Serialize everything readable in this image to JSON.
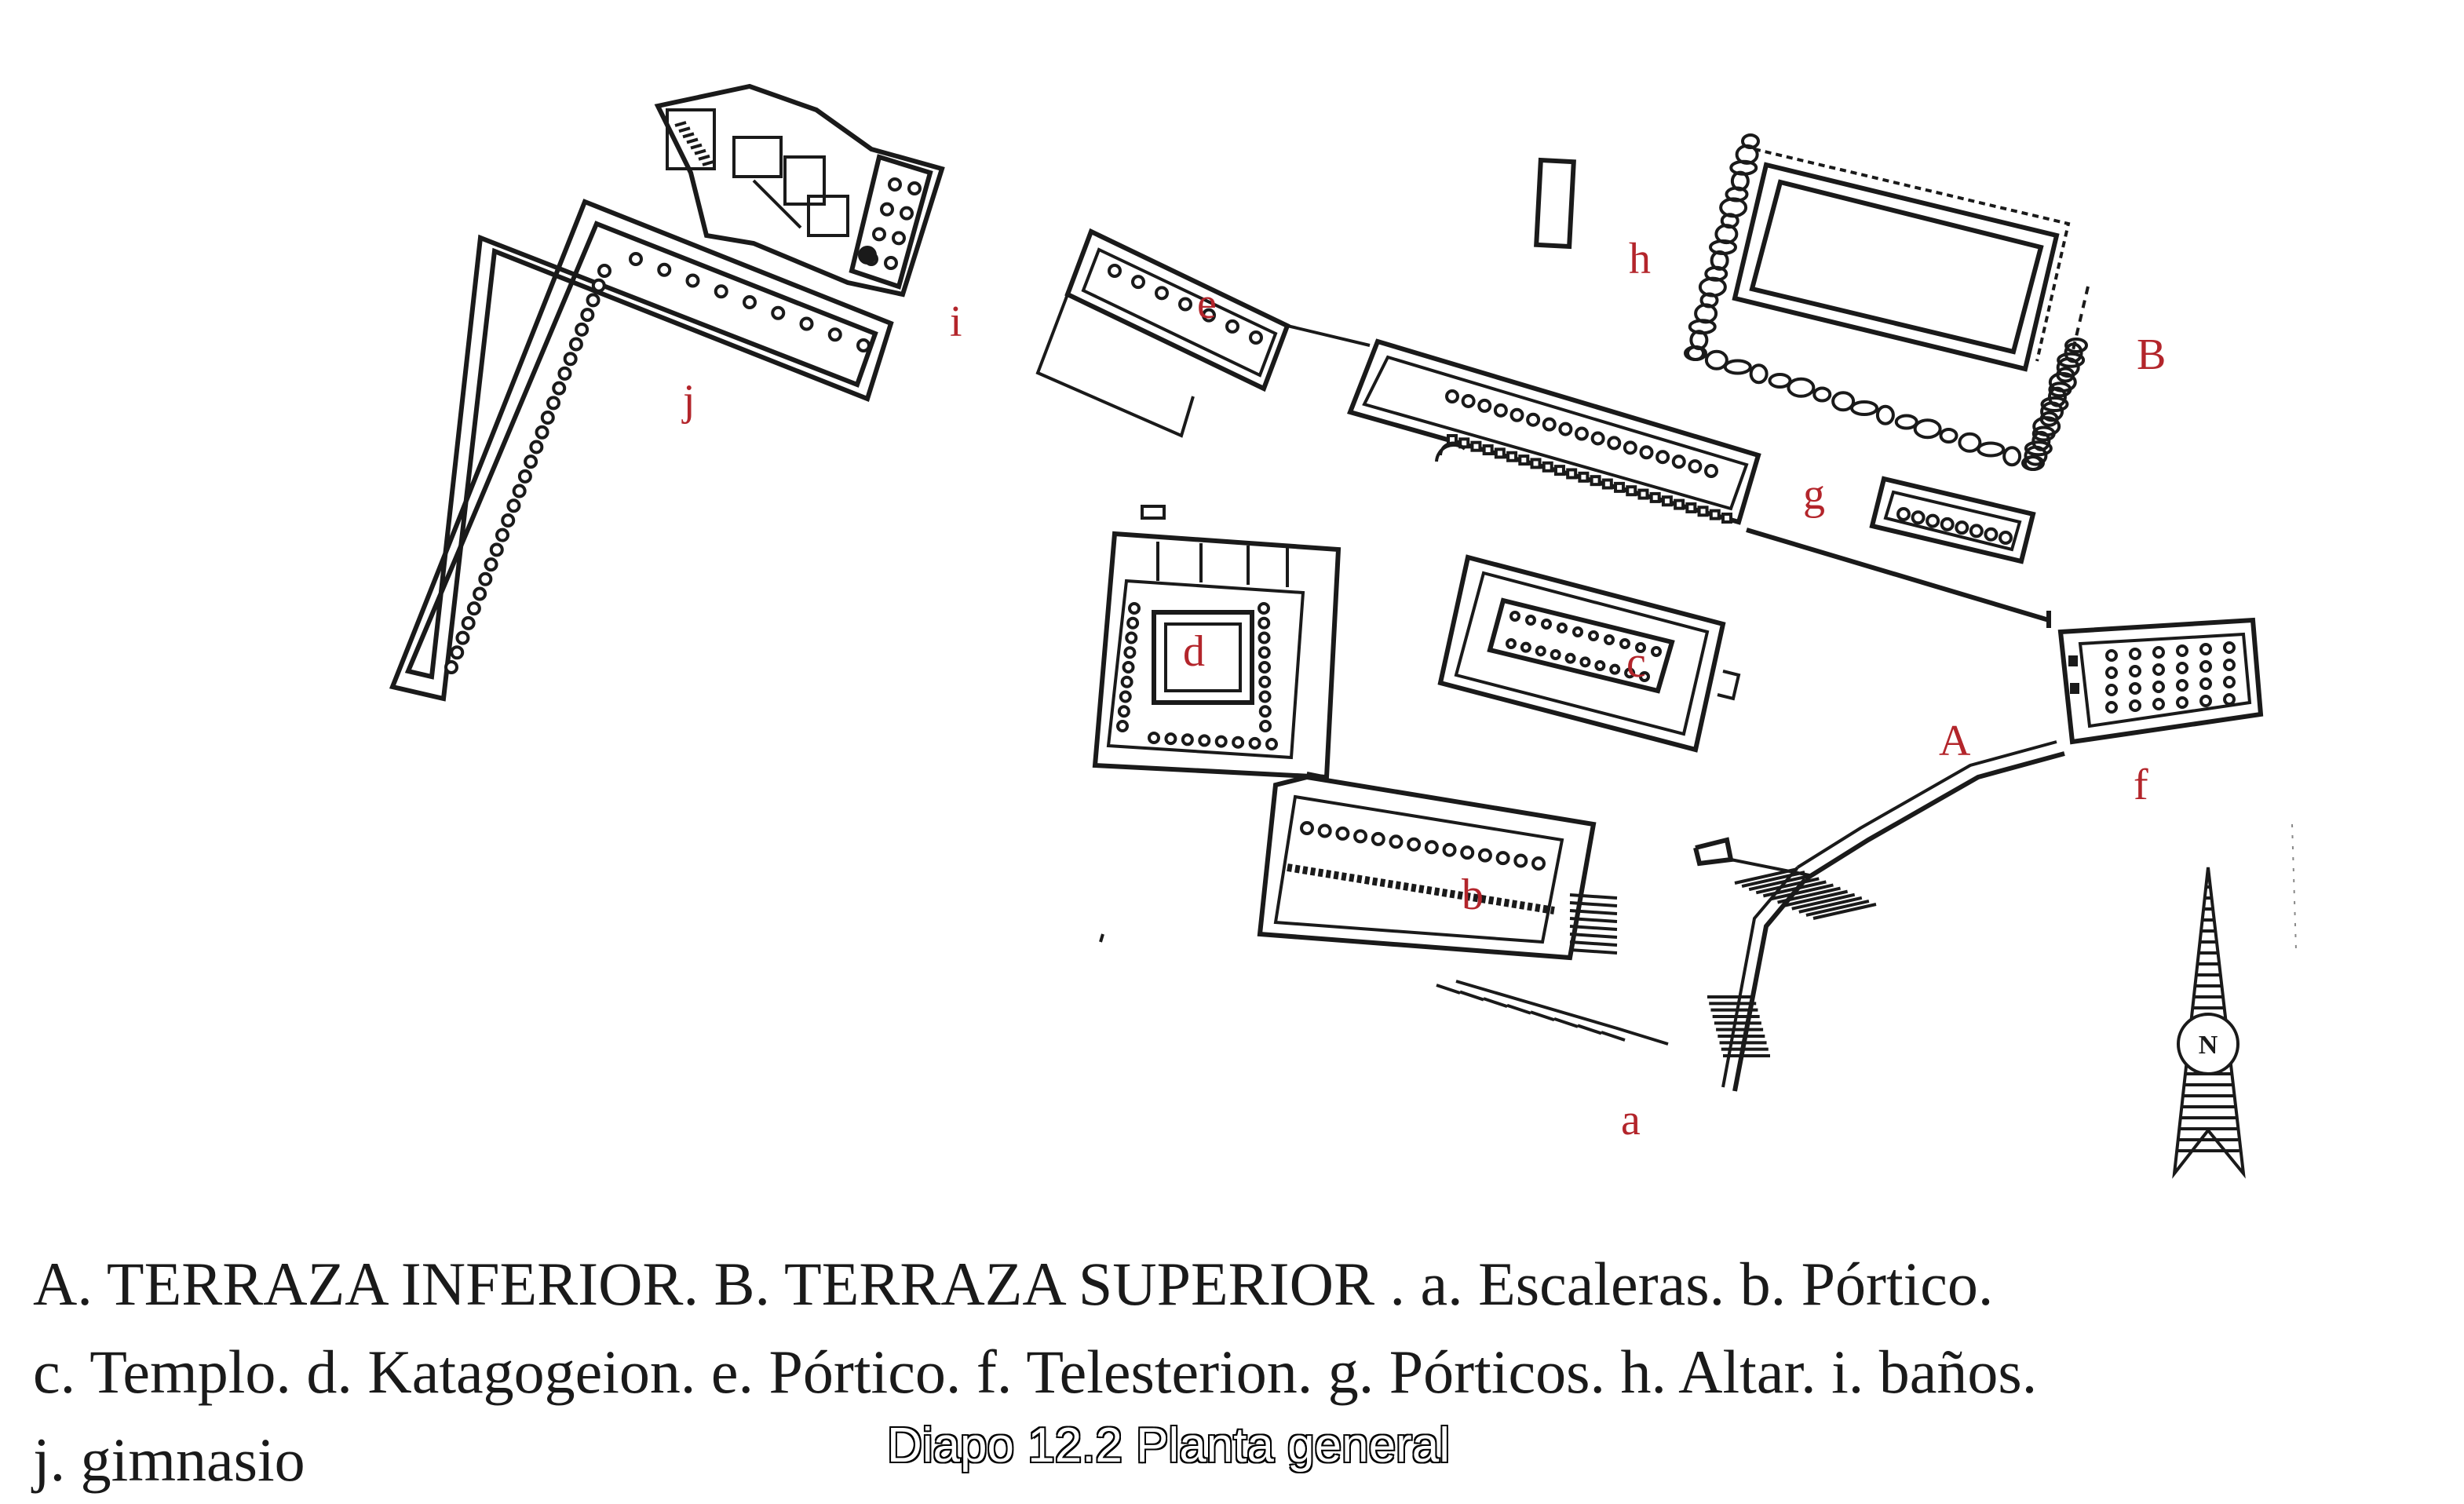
{
  "plan": {
    "labels": {
      "A": "A",
      "B": "B",
      "a": "a",
      "b": "b",
      "c": "c",
      "d": "d",
      "e": "e",
      "f": "f",
      "g": "g",
      "h": "h",
      "i": "i",
      "j": "j"
    },
    "compass": "N",
    "label_color": "#b3252b",
    "line_color": "#1a1a1a"
  },
  "caption": {
    "line1": "A. TERRAZA INFERIOR. B. TERRAZA SUPERIOR . a. Escaleras. b. Pórtico.",
    "line2": "c. Templo. d. Katagogeion. e. Pórtico. f. Telesterion. g. Pórticos. h. Altar. i. baños.",
    "line3": "j. gimnasio"
  },
  "slide_title": "Diapo 12.2 Planta general"
}
